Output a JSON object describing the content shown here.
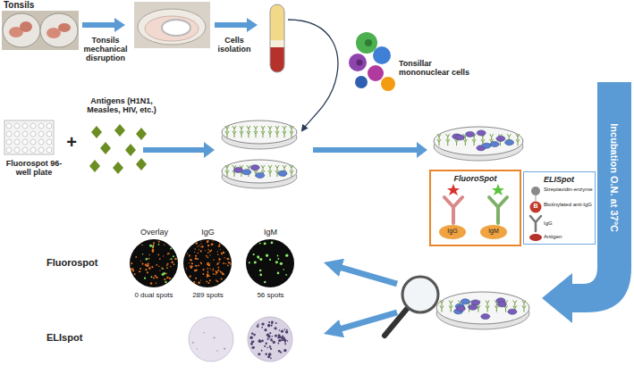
{
  "diagram": {
    "nodes": [
      {
        "text": [
          "FluoroSpot",
          "IgG",
          "IgM"
        ]
      },
      {
        "text": [
          "ELISpot",
          "Streptavidin-enzyme",
          "B",
          "Biotinylated anti-IgG",
          "IgG",
          "Antigen"
        ]
      }
    ],
    "labels": [
      "Tonsils",
      "Tonsils mechanical disruption",
      "Cells isolation",
      "Tonsillar mononuclear cells",
      "Fluorospot 96- well plate",
      "+",
      "Antigens (H1N1, Measles, HIV, etc.)",
      "Incubation O.N. at 37°C",
      "Overlay",
      "IgG",
      "IgM",
      "Fluorospot",
      "0 dual spots",
      "289 spots",
      "56 spots",
      "ELIspot"
    ]
  }
}
